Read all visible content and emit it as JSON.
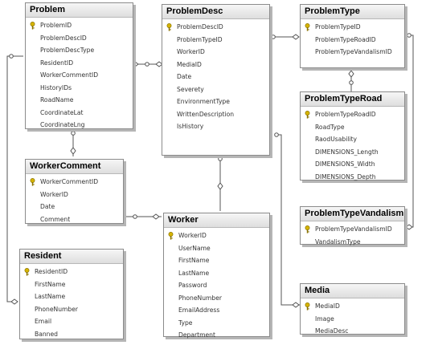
{
  "tables": [
    {
      "id": "problem",
      "title": "Problem",
      "key": "ProblemID",
      "columns": [
        "ProblemDescID",
        "ProblemDescType",
        "ResidentID",
        "WorkerCommentID",
        "HistoryIDs",
        "RoadName",
        "CoordinateLat",
        "CoordinateLng"
      ]
    },
    {
      "id": "problemdesc",
      "title": "ProblemDesc",
      "key": "ProblemDescID",
      "columns": [
        "ProblemTypeID",
        "WorkerID",
        "MediaID",
        "Date",
        "Severety",
        "EnvironmentType",
        "WrittenDescription",
        "IsHistory"
      ]
    },
    {
      "id": "problemtype",
      "title": "ProblemType",
      "key": "ProblemTypeID",
      "columns": [
        "ProblemTypeRoadID",
        "ProblemTypeVandalismID"
      ]
    },
    {
      "id": "problemtyperoad",
      "title": "ProblemTypeRoad",
      "key": "ProblemTypeRoadID",
      "columns": [
        "RoadType",
        "RaodUsability",
        "DIMENSIONS_Length",
        "DIMENSIONS_Width",
        "DIMENSIONS_Depth"
      ]
    },
    {
      "id": "workercomment",
      "title": "WorkerComment",
      "key": "WorkerCommentID",
      "columns": [
        "WorkerID",
        "Date",
        "Comment"
      ]
    },
    {
      "id": "worker",
      "title": "Worker",
      "key": "WorkerID",
      "columns": [
        "UserName",
        "FirstName",
        "LastName",
        "Password",
        "PhoneNumber",
        "EmailAddress",
        "Type",
        "Department"
      ]
    },
    {
      "id": "problemtypevandalism",
      "title": "ProblemTypeVandalism",
      "key": "ProblemTypeVandalismID",
      "columns": [
        "VandalismType"
      ]
    },
    {
      "id": "resident",
      "title": "Resident",
      "key": "ResidentID",
      "columns": [
        "FirstName",
        "LastName",
        "PhoneNumber",
        "Email",
        "Banned"
      ]
    },
    {
      "id": "media",
      "title": "Media",
      "key": "MediaID",
      "columns": [
        "Image",
        "MediaDesc"
      ]
    }
  ],
  "colors": {
    "connector": "#555555",
    "key_icon": "#c9a400",
    "title_bar": "#e4e4e4",
    "border": "#8c8c8c"
  }
}
